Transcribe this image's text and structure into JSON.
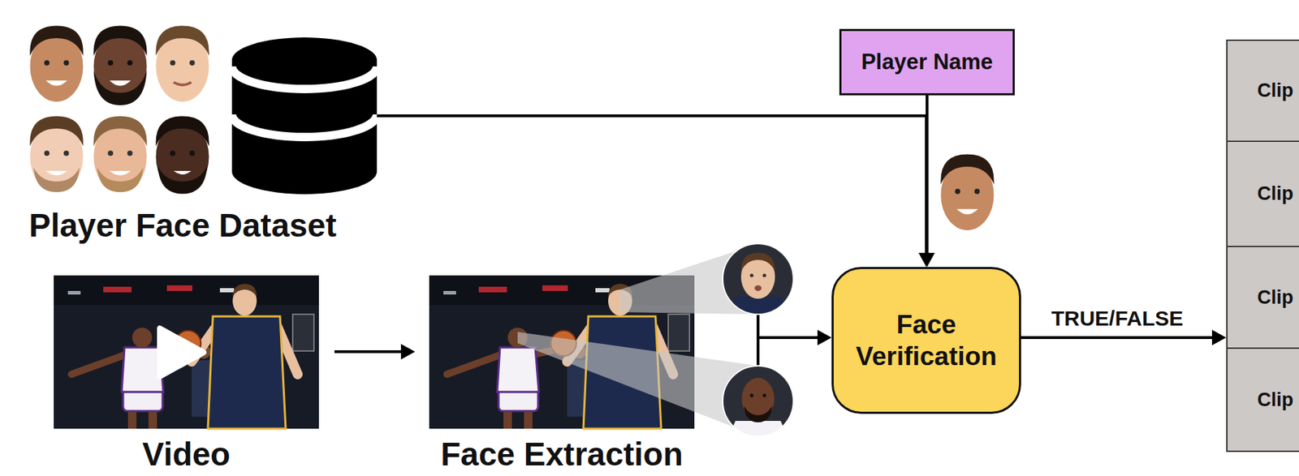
{
  "diagram": {
    "nodes": [
      {
        "text": [
          "Player Face Dataset"
        ]
      },
      {
        "text": [
          "Player Name"
        ]
      },
      {
        "text": [
          "Video"
        ]
      },
      {
        "text": [
          "Face Extraction"
        ]
      },
      {
        "text": [
          "Face Verification"
        ]
      },
      {
        "text": [
          "Clip"
        ]
      },
      {
        "text": [
          "Clip"
        ]
      },
      {
        "text": [
          "Clip"
        ]
      },
      {
        "text": [
          "Clip"
        ]
      }
    ],
    "edges": [
      {
        "from": 0,
        "to": 4,
        "arrow": "to"
      },
      {
        "from": 1,
        "to": 4,
        "arrow": "to"
      },
      {
        "from": 2,
        "to": 3,
        "arrow": "to"
      },
      {
        "from": 3,
        "to": 4,
        "arrow": "to"
      },
      {
        "from": 4,
        "to": 7,
        "label": "TRUE/FALSE",
        "arrow": "to"
      }
    ]
  }
}
